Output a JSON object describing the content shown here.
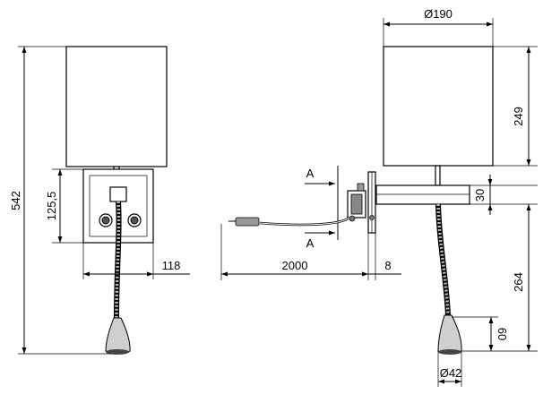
{
  "dimensions": {
    "overall_height": "542",
    "plate_height": "125,5",
    "plate_depth": "118",
    "shade_diameter": "Ø190",
    "shade_height": "249",
    "arm_height": "30",
    "cable_length": "2000",
    "plate_thickness": "8",
    "arm_drop": "264",
    "head_length": "60",
    "head_diameter": "Ø42"
  },
  "section_marks": {
    "top": "A",
    "bottom": "A"
  }
}
